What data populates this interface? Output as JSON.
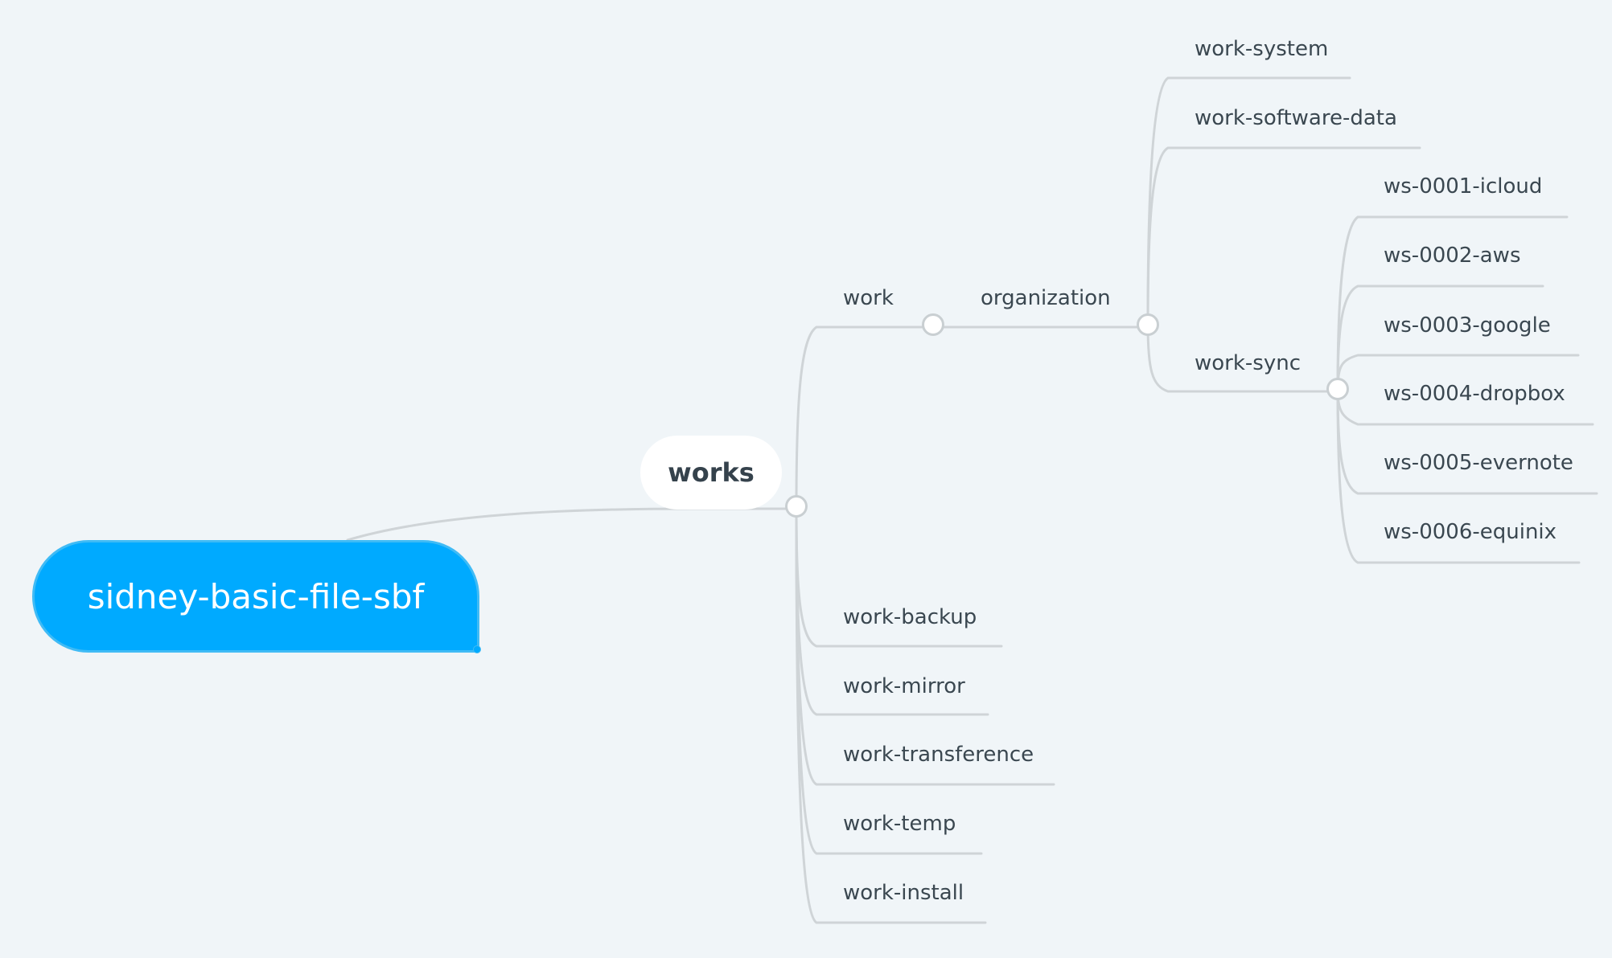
{
  "root": {
    "label": "sidney-basic-file-sbf"
  },
  "main_topic": {
    "label": "works"
  },
  "topics": {
    "work": "work",
    "organization": "organization",
    "work_system": "work-system",
    "work_software_data": "work-software-data",
    "work_sync": "work-sync",
    "ws_0001": "ws-0001-icloud",
    "ws_0002": "ws-0002-aws",
    "ws_0003": "ws-0003-google",
    "ws_0004": "ws-0004-dropbox",
    "ws_0005": "ws-0005-evernote",
    "ws_0006": "ws-0006-equinix",
    "work_backup": "work-backup",
    "work_mirror": "work-mirror",
    "work_transference": "work-transference",
    "work_temp": "work-temp",
    "work_install": "work-install"
  },
  "colors": {
    "background": "#f0f5f8",
    "root_fill": "#00aaff",
    "line": "#cfd4d7",
    "text": "#3a4750"
  }
}
